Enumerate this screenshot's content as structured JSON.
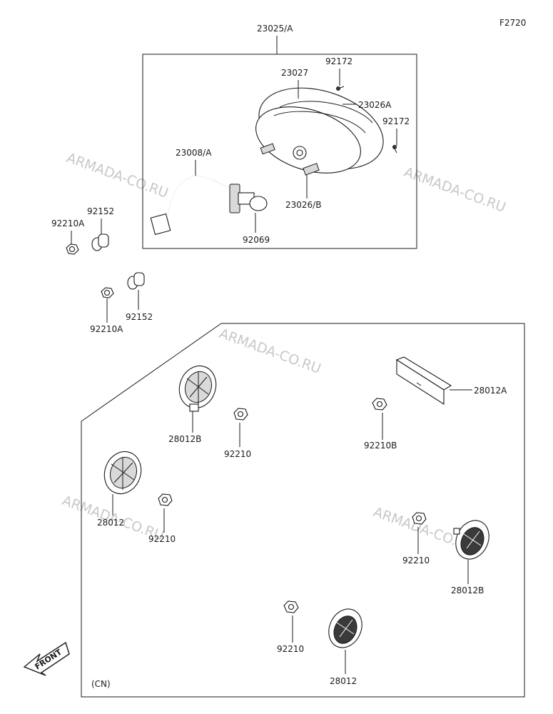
{
  "figure_code": "F2720",
  "region_code": "(CN)",
  "front_label": "FRONT",
  "watermark": "ARMADA-CO.RU",
  "parts": {
    "assembly": "23025/A",
    "housing": "23027",
    "screw_top": "92172",
    "lens_rim": "23026A",
    "screw_right": "92172",
    "socket_harness": "23008/A",
    "socket_stud": "23026/B",
    "bulb": "92069",
    "washer_left": "92152",
    "nut_left": "92210A",
    "washer_mid": "92152",
    "nut_mid": "92210A",
    "reflector_plate": "28012A",
    "reflector_1": "28012B",
    "nut_1": "92210",
    "nut_plate": "92210B",
    "reflector_2": "28012",
    "nut_2": "92210",
    "nut_3": "92210",
    "reflector_3": "28012B",
    "nut_4": "92210",
    "reflector_4": "28012"
  }
}
